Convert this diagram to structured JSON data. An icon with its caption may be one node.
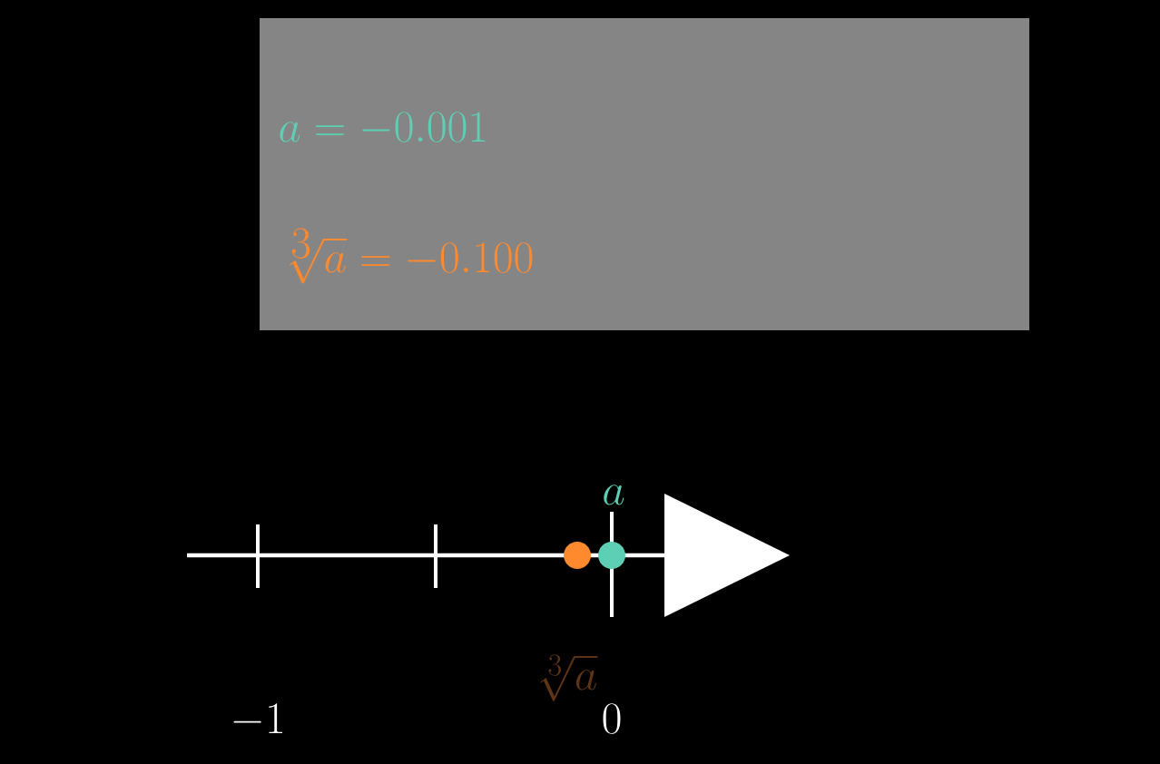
{
  "diagram": {
    "labels": [
      "a = -0.001",
      "\\sqrt[3]{a} = -0.100",
      "a",
      "\\sqrt[3]{a}",
      "-1",
      "0"
    ]
  }
}
